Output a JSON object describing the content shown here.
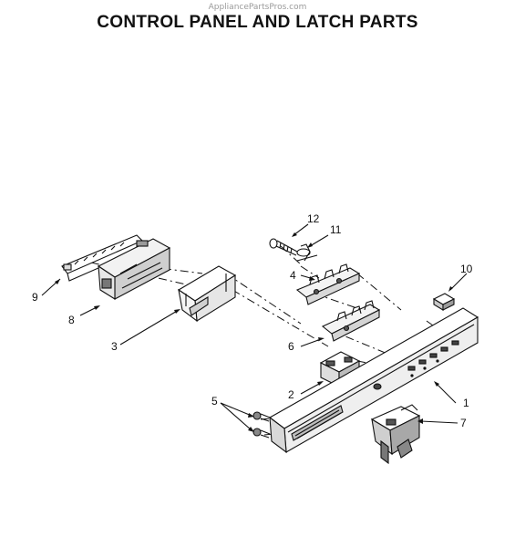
{
  "watermark": "AppliancePartsPros.com",
  "title": "CONTROL PANEL AND LATCH PARTS",
  "callouts": {
    "c1": "1",
    "c2": "2",
    "c3": "3",
    "c4": "4",
    "c5": "5",
    "c6": "6",
    "c7": "7",
    "c8": "8",
    "c9": "9",
    "c10": "10",
    "c11": "11",
    "c12": "12"
  }
}
